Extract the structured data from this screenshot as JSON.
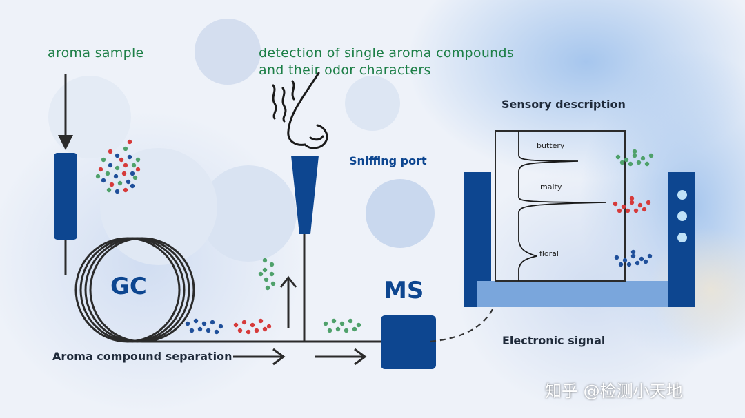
{
  "labels": {
    "aroma_sample": "aroma sample",
    "detection_line1": "detection of single aroma compounds",
    "detection_line2": "and their odor characters",
    "sensory_description": "Sensory description",
    "sniffing_port": "Sniffing port",
    "gc": "GC",
    "ms": "MS",
    "electronic_signal": "Electronic signal",
    "aroma_separation": "Aroma compound separation"
  },
  "chromatogram_peaks": [
    "buttery",
    "malty",
    "floral"
  ],
  "watermark": "知乎 @检测小天地",
  "colors": {
    "navy": "#0d4690",
    "green_text": "#1d7f47",
    "red_dot": "#d63a3a",
    "green_dot": "#4fa16b",
    "blue_dot": "#1f4f9a",
    "light_blue_base": "#7aa6dc",
    "port_lights": "#bfe2f8"
  }
}
